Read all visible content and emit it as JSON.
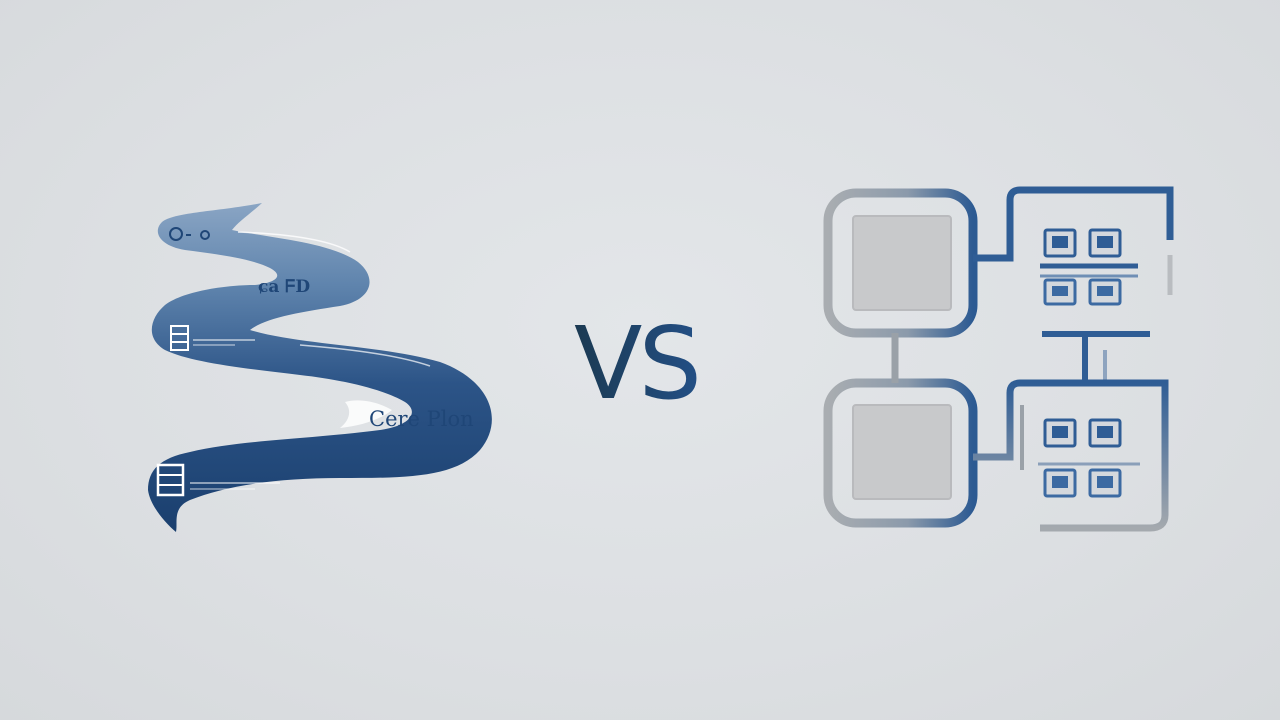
{
  "comparison": {
    "left_graphic": {
      "icon": "winding-path-ribbon-icon",
      "small_label": "ɕa ᖴD",
      "main_label": "Cere Plon"
    },
    "vs_label": "VS",
    "right_graphic": {
      "icon": "modular-blocks-grid-icon"
    }
  },
  "colors": {
    "background": "#dde0e3",
    "ribbon_dark": "#1f4677",
    "ribbon_light": "#6b8fb5",
    "vs_dark": "#1d3f5c",
    "vs_light": "#1f4a7d",
    "outline_gray": "#9ea3a8",
    "outline_blue": "#2f5d95",
    "tile_gray": "#c9cacc",
    "chip_blue": "#3c6aa2"
  }
}
